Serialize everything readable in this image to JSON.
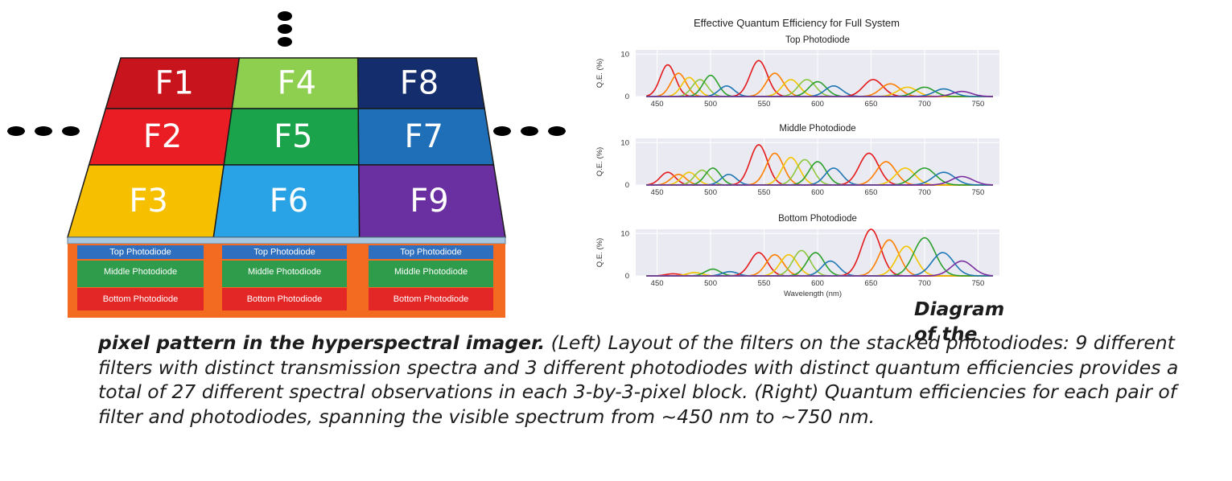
{
  "figure": {
    "filters": [
      "F1",
      "F4",
      "F8",
      "F2",
      "F5",
      "F7",
      "F3",
      "F6",
      "F9"
    ],
    "filter_colors": [
      "#c8141c",
      "#8fcf4f",
      "#142d6c",
      "#ea1d25",
      "#1aa34a",
      "#1f6fb8",
      "#f6c000",
      "#2aa3e6",
      "#6a2fa0"
    ],
    "photodiodes": [
      "Top Photodiode",
      "Middle Photodiode",
      "Bottom Photodiode"
    ],
    "photodiode_colors": [
      "#2f6fbf",
      "#2e9c4b",
      "#e32626"
    ],
    "substrate_color": "#f26b21"
  },
  "caption": {
    "lead": "Diagram of the",
    "bold": "pixel pattern in the hyperspectral imager.",
    "body": " (Left) Layout of the filters on the stacked photodiodes: 9 different filters with distinct transmission spectra and 3 different photodiodes with distinct quantum efficiencies provides a total of 27 different spectral observations in each 3-by-3-pixel block. (Right) Quantum efficiencies for each pair of filter and photodiodes, spanning the visible spectrum from ~450 nm to ~750 nm."
  },
  "chart_data": {
    "type": "line",
    "title": "Effective Quantum Efficiency for Full System",
    "xlabel": "Wavelength (nm)",
    "ylabel": "Q.E. (%)",
    "xlim": [
      430,
      770
    ],
    "ylim": [
      0,
      11
    ],
    "x_ticks": [
      450,
      500,
      550,
      600,
      650,
      700,
      750
    ],
    "y_ticks": [
      0,
      10
    ],
    "grid": true,
    "series_colors": [
      "#e41a1c",
      "#ff7f00",
      "#f2c500",
      "#8dc63f",
      "#2ca02c",
      "#17becf",
      "#1f77b4",
      "#3f3fbf",
      "#7b2fa0"
    ],
    "panels": [
      {
        "title": "Top Photodiode",
        "peaks": [
          {
            "center": 460,
            "height": 7.5,
            "width": 7,
            "color": 0
          },
          {
            "center": 470,
            "height": 5.5,
            "width": 7,
            "color": 1
          },
          {
            "center": 480,
            "height": 4.5,
            "width": 7,
            "color": 2
          },
          {
            "center": 490,
            "height": 4.0,
            "width": 7,
            "color": 3
          },
          {
            "center": 500,
            "height": 5.0,
            "width": 7,
            "color": 4
          },
          {
            "center": 515,
            "height": 2.5,
            "width": 7,
            "color": 6
          },
          {
            "center": 545,
            "height": 8.5,
            "width": 8,
            "color": 0
          },
          {
            "center": 560,
            "height": 5.5,
            "width": 8,
            "color": 1
          },
          {
            "center": 575,
            "height": 4.0,
            "width": 8,
            "color": 2
          },
          {
            "center": 590,
            "height": 4.0,
            "width": 8,
            "color": 3
          },
          {
            "center": 600,
            "height": 3.5,
            "width": 8,
            "color": 4
          },
          {
            "center": 615,
            "height": 2.5,
            "width": 8,
            "color": 6
          },
          {
            "center": 652,
            "height": 4.0,
            "width": 9,
            "color": 0
          },
          {
            "center": 668,
            "height": 3.0,
            "width": 9,
            "color": 1
          },
          {
            "center": 684,
            "height": 2.2,
            "width": 9,
            "color": 2
          },
          {
            "center": 700,
            "height": 2.2,
            "width": 9,
            "color": 4
          },
          {
            "center": 718,
            "height": 1.8,
            "width": 9,
            "color": 6
          },
          {
            "center": 735,
            "height": 1.2,
            "width": 9,
            "color": 8
          }
        ]
      },
      {
        "title": "Middle Photodiode",
        "peaks": [
          {
            "center": 460,
            "height": 3.0,
            "width": 7,
            "color": 0
          },
          {
            "center": 470,
            "height": 2.5,
            "width": 7,
            "color": 1
          },
          {
            "center": 480,
            "height": 3.0,
            "width": 7,
            "color": 2
          },
          {
            "center": 492,
            "height": 3.5,
            "width": 7,
            "color": 3
          },
          {
            "center": 502,
            "height": 4.0,
            "width": 7,
            "color": 4
          },
          {
            "center": 517,
            "height": 2.5,
            "width": 7,
            "color": 6
          },
          {
            "center": 545,
            "height": 9.5,
            "width": 8,
            "color": 0
          },
          {
            "center": 560,
            "height": 7.5,
            "width": 8,
            "color": 1
          },
          {
            "center": 575,
            "height": 6.5,
            "width": 8,
            "color": 2
          },
          {
            "center": 588,
            "height": 6.0,
            "width": 8,
            "color": 3
          },
          {
            "center": 600,
            "height": 5.5,
            "width": 8,
            "color": 4
          },
          {
            "center": 615,
            "height": 4.0,
            "width": 8,
            "color": 6
          },
          {
            "center": 648,
            "height": 7.5,
            "width": 9,
            "color": 0
          },
          {
            "center": 664,
            "height": 5.5,
            "width": 9,
            "color": 1
          },
          {
            "center": 682,
            "height": 4.0,
            "width": 9,
            "color": 2
          },
          {
            "center": 700,
            "height": 4.0,
            "width": 10,
            "color": 4
          },
          {
            "center": 718,
            "height": 3.0,
            "width": 10,
            "color": 6
          },
          {
            "center": 735,
            "height": 2.0,
            "width": 10,
            "color": 8
          }
        ]
      },
      {
        "title": "Bottom Photodiode",
        "peaks": [
          {
            "center": 465,
            "height": 0.5,
            "width": 7,
            "color": 0
          },
          {
            "center": 485,
            "height": 0.8,
            "width": 7,
            "color": 2
          },
          {
            "center": 502,
            "height": 1.6,
            "width": 7,
            "color": 4
          },
          {
            "center": 518,
            "height": 1.0,
            "width": 7,
            "color": 6
          },
          {
            "center": 545,
            "height": 5.5,
            "width": 8,
            "color": 0
          },
          {
            "center": 560,
            "height": 5.0,
            "width": 8,
            "color": 1
          },
          {
            "center": 573,
            "height": 5.0,
            "width": 8,
            "color": 2
          },
          {
            "center": 585,
            "height": 6.0,
            "width": 8,
            "color": 3
          },
          {
            "center": 598,
            "height": 5.5,
            "width": 8,
            "color": 4
          },
          {
            "center": 612,
            "height": 3.5,
            "width": 8,
            "color": 6
          },
          {
            "center": 650,
            "height": 11.0,
            "width": 9,
            "color": 0
          },
          {
            "center": 667,
            "height": 8.5,
            "width": 9,
            "color": 1
          },
          {
            "center": 683,
            "height": 7.0,
            "width": 9,
            "color": 2
          },
          {
            "center": 700,
            "height": 9.0,
            "width": 10,
            "color": 4
          },
          {
            "center": 717,
            "height": 5.5,
            "width": 10,
            "color": 6
          },
          {
            "center": 735,
            "height": 3.5,
            "width": 10,
            "color": 8
          }
        ]
      }
    ]
  }
}
